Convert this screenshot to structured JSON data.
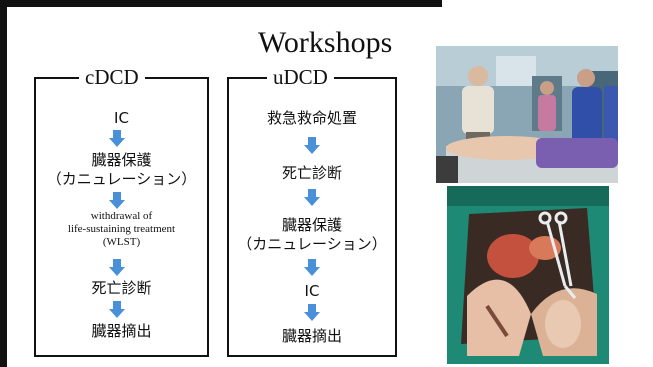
{
  "title": "Workshops",
  "columns": {
    "cdcd": {
      "label": "cDCD",
      "steps": [
        "IC",
        "臓器保護",
        "（カニュレーション）",
        "withdrawal of",
        "life-sustaining treatment",
        "(WLST)",
        "死亡診断",
        "臓器摘出"
      ]
    },
    "udcd": {
      "label": "uDCD",
      "steps": [
        "救急救命処置",
        "死亡診断",
        "臓器保護",
        "（カニュレーション）",
        "IC",
        "臓器摘出"
      ]
    }
  },
  "colors": {
    "arrow": "#4a90d9",
    "frame": "#111111",
    "drape": "#1e8a76"
  },
  "icons": {
    "arrow": "down-arrow-icon"
  }
}
